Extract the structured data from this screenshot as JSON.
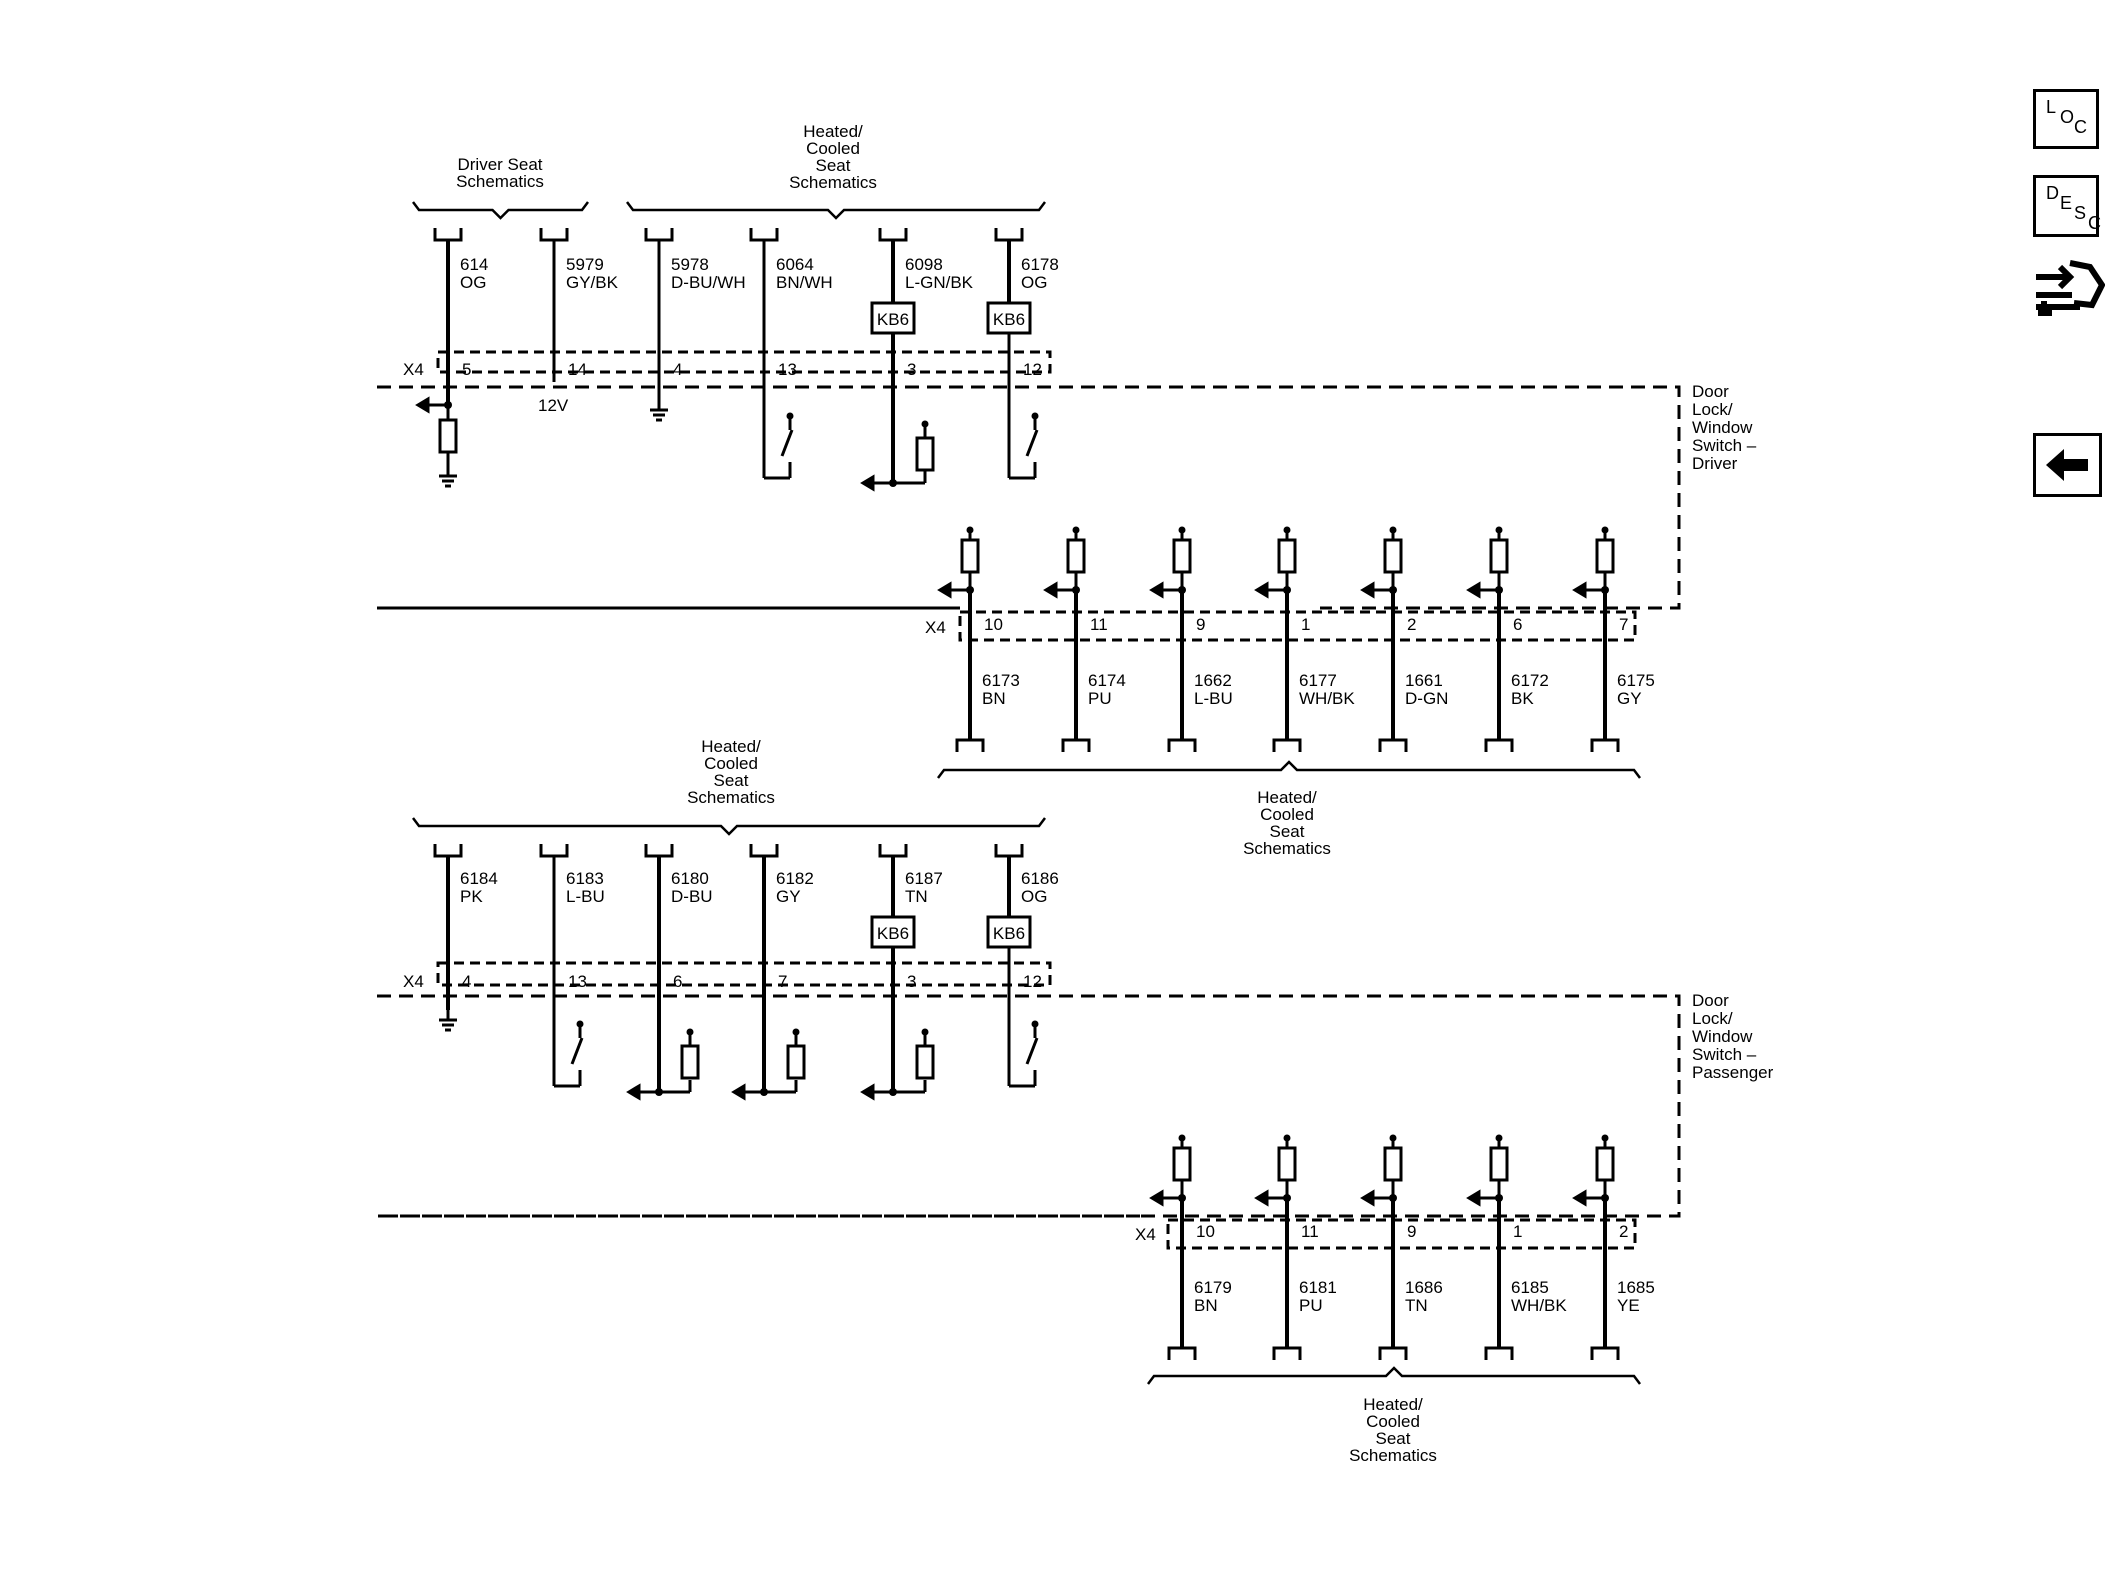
{
  "sidebar": {
    "loc": {
      "letters": [
        "L",
        "O",
        "C"
      ]
    },
    "desc": {
      "letters": [
        "D",
        "E",
        "S",
        "C"
      ]
    },
    "connector_icon": "connector-tool-icon",
    "back_icon": "back-arrow-icon"
  },
  "driver": {
    "connector": "X4",
    "module_label": [
      "Door",
      "Lock/",
      "Window",
      "Switch –",
      "Driver"
    ],
    "top_groups": [
      {
        "lines": [
          "Driver Seat",
          "Schematics"
        ]
      },
      {
        "lines": [
          "Heated/",
          "Cooled",
          "Seat",
          "Schematics"
        ]
      }
    ],
    "top_wires": [
      {
        "circuit": "614",
        "color": "OG",
        "pin": "5"
      },
      {
        "circuit": "5979",
        "color": "GY/BK",
        "pin": "14",
        "extra": "12V"
      },
      {
        "circuit": "5978",
        "color": "D-BU/WH",
        "pin": "4"
      },
      {
        "circuit": "6064",
        "color": "BN/WH",
        "pin": "13"
      },
      {
        "circuit": "6098",
        "color": "L-GN/BK",
        "pin": "3",
        "option": "KB6"
      },
      {
        "circuit": "6178",
        "color": "OG",
        "pin": "12",
        "option": "KB6"
      }
    ],
    "bottom_wires": [
      {
        "pin": "10",
        "circuit": "6173",
        "color": "BN"
      },
      {
        "pin": "11",
        "circuit": "6174",
        "color": "PU"
      },
      {
        "pin": "9",
        "circuit": "1662",
        "color": "L-BU"
      },
      {
        "pin": "1",
        "circuit": "6177",
        "color": "WH/BK"
      },
      {
        "pin": "2",
        "circuit": "1661",
        "color": "D-GN"
      },
      {
        "pin": "6",
        "circuit": "6172",
        "color": "BK"
      },
      {
        "pin": "7",
        "circuit": "6175",
        "color": "GY"
      }
    ],
    "bottom_group": [
      "Heated/",
      "Cooled",
      "Seat",
      "Schematics"
    ]
  },
  "passenger": {
    "connector": "X4",
    "module_label": [
      "Door",
      "Lock/",
      "Window",
      "Switch –",
      "Passenger"
    ],
    "top_group": [
      "Heated/",
      "Cooled",
      "Seat",
      "Schematics"
    ],
    "top_wires": [
      {
        "circuit": "6184",
        "color": "PK",
        "pin": "4"
      },
      {
        "circuit": "6183",
        "color": "L-BU",
        "pin": "13"
      },
      {
        "circuit": "6180",
        "color": "D-BU",
        "pin": "6"
      },
      {
        "circuit": "6182",
        "color": "GY",
        "pin": "7"
      },
      {
        "circuit": "6187",
        "color": "TN",
        "pin": "3",
        "option": "KB6"
      },
      {
        "circuit": "6186",
        "color": "OG",
        "pin": "12",
        "option": "KB6"
      }
    ],
    "bottom_wires": [
      {
        "pin": "10",
        "circuit": "6179",
        "color": "BN"
      },
      {
        "pin": "11",
        "circuit": "6181",
        "color": "PU"
      },
      {
        "pin": "9",
        "circuit": "1686",
        "color": "TN"
      },
      {
        "pin": "1",
        "circuit": "6185",
        "color": "WH/BK"
      },
      {
        "pin": "2",
        "circuit": "1685",
        "color": "YE"
      }
    ],
    "bottom_group": [
      "Heated/",
      "Cooled",
      "Seat",
      "Schematics"
    ]
  }
}
